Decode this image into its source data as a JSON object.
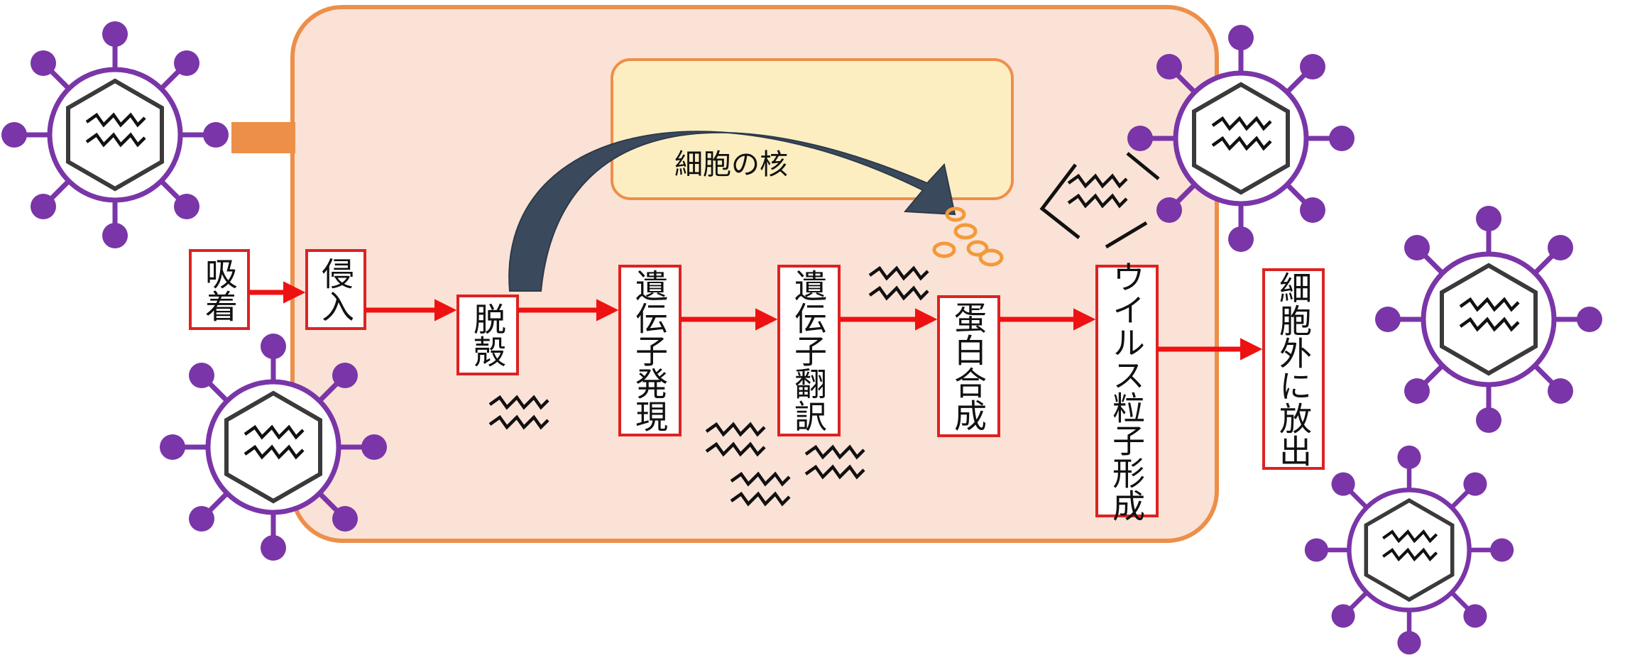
{
  "nucleus": {
    "label": "細胞の核"
  },
  "steps": [
    {
      "id": "adsorption",
      "label": "吸着"
    },
    {
      "id": "entry",
      "label": "侵入"
    },
    {
      "id": "uncoating",
      "label": "脱殻"
    },
    {
      "id": "gene-expression",
      "label": "遺伝子発現"
    },
    {
      "id": "gene-translation",
      "label": "遺伝子翻訳"
    },
    {
      "id": "protein-synthesis",
      "label": "蛋白合成"
    },
    {
      "id": "particle-formation",
      "label": "ウイルス粒子形成"
    },
    {
      "id": "release",
      "label": "細胞外に放出"
    }
  ],
  "colors": {
    "cell_fill": "#fbe2d6",
    "cell_stroke": "#ed8f49",
    "nucleus_fill": "#fdeec2",
    "flow_arrow": "#ee1111",
    "box_stroke": "#dd2222",
    "virus_purple": "#7a35a8",
    "curved_arrow": "#3a4a5c",
    "protein_orange": "#f29a3a"
  },
  "icons": {
    "virus": "virus-particle-icon",
    "genome": "zigzag-genome-icon"
  }
}
